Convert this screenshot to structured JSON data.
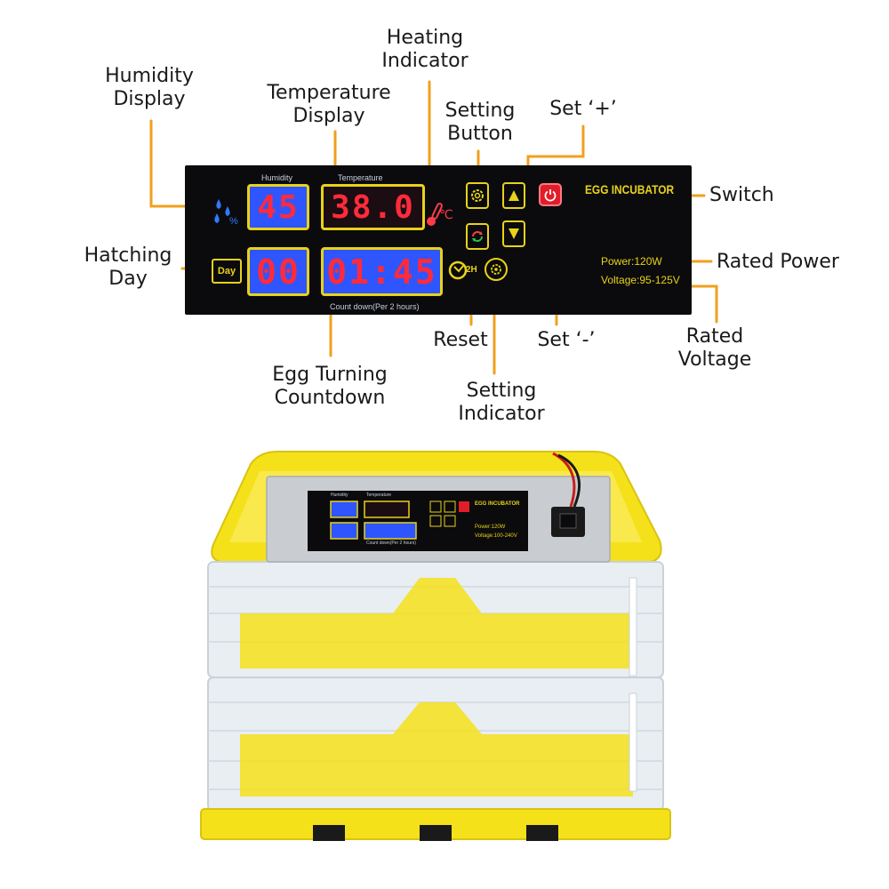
{
  "callouts": {
    "heating_indicator": [
      "Heating",
      "Indicator"
    ],
    "humidity_display": [
      "Humidity",
      "Display"
    ],
    "temperature_display": [
      "Temperature",
      "Display"
    ],
    "setting_button": [
      "Setting",
      "Button"
    ],
    "set_plus": "Set  ‘+’",
    "switch": "Switch",
    "hatching_day": [
      "Hatching",
      "Day"
    ],
    "rated_power": "Rated Power",
    "reset": "Reset",
    "set_minus": "Set  ‘-’",
    "rated_voltage": [
      "Rated",
      "Voltage"
    ],
    "egg_turning_countdown": [
      "Egg Turning",
      "Countdown"
    ],
    "setting_indicator": [
      "Setting",
      "Indicator"
    ]
  },
  "panel": {
    "humidity_label": "Humidity",
    "temperature_label": "Temperature",
    "humidity_value": "45",
    "temperature_value": "38.0",
    "hatching_value": "00",
    "countdown_value": "01:45",
    "day_badge": "Day",
    "countdown_caption": "Count down(Per 2 hours)",
    "celsius": "℃",
    "title": "EGG INCUBATOR",
    "power_spec": "Power:120W",
    "voltage_spec": "Voltage:95-125V",
    "timer_badge": "2H"
  },
  "small_panel": {
    "humidity_label": "Humidity",
    "temperature_label": "Temperature",
    "title": "EGG INCUBATOR",
    "power_spec": "Power:120W",
    "voltage_spec": "Voltage:100-240V",
    "countdown_caption": "Count down(Per 2 hours)"
  },
  "colors": {
    "accent_orange": "#f0a01e",
    "lcd_yellow": "#e8d21a",
    "lcd_red": "#ff2b3a",
    "lcd_blue": "#2f55ff",
    "panel_black": "#0b0b0d",
    "incubator_yellow": "#f5e11a",
    "power_red": "#e11d2a"
  },
  "icons": {
    "humidity": "humidity-drops-icon",
    "heating": "thermometer-icon",
    "setting": "gear-icon",
    "up": "arrow-up-icon",
    "down": "arrow-down-icon",
    "reset": "refresh-icon",
    "power": "power-icon",
    "calendar": "calendar-icon",
    "timer": "timer-icon"
  }
}
